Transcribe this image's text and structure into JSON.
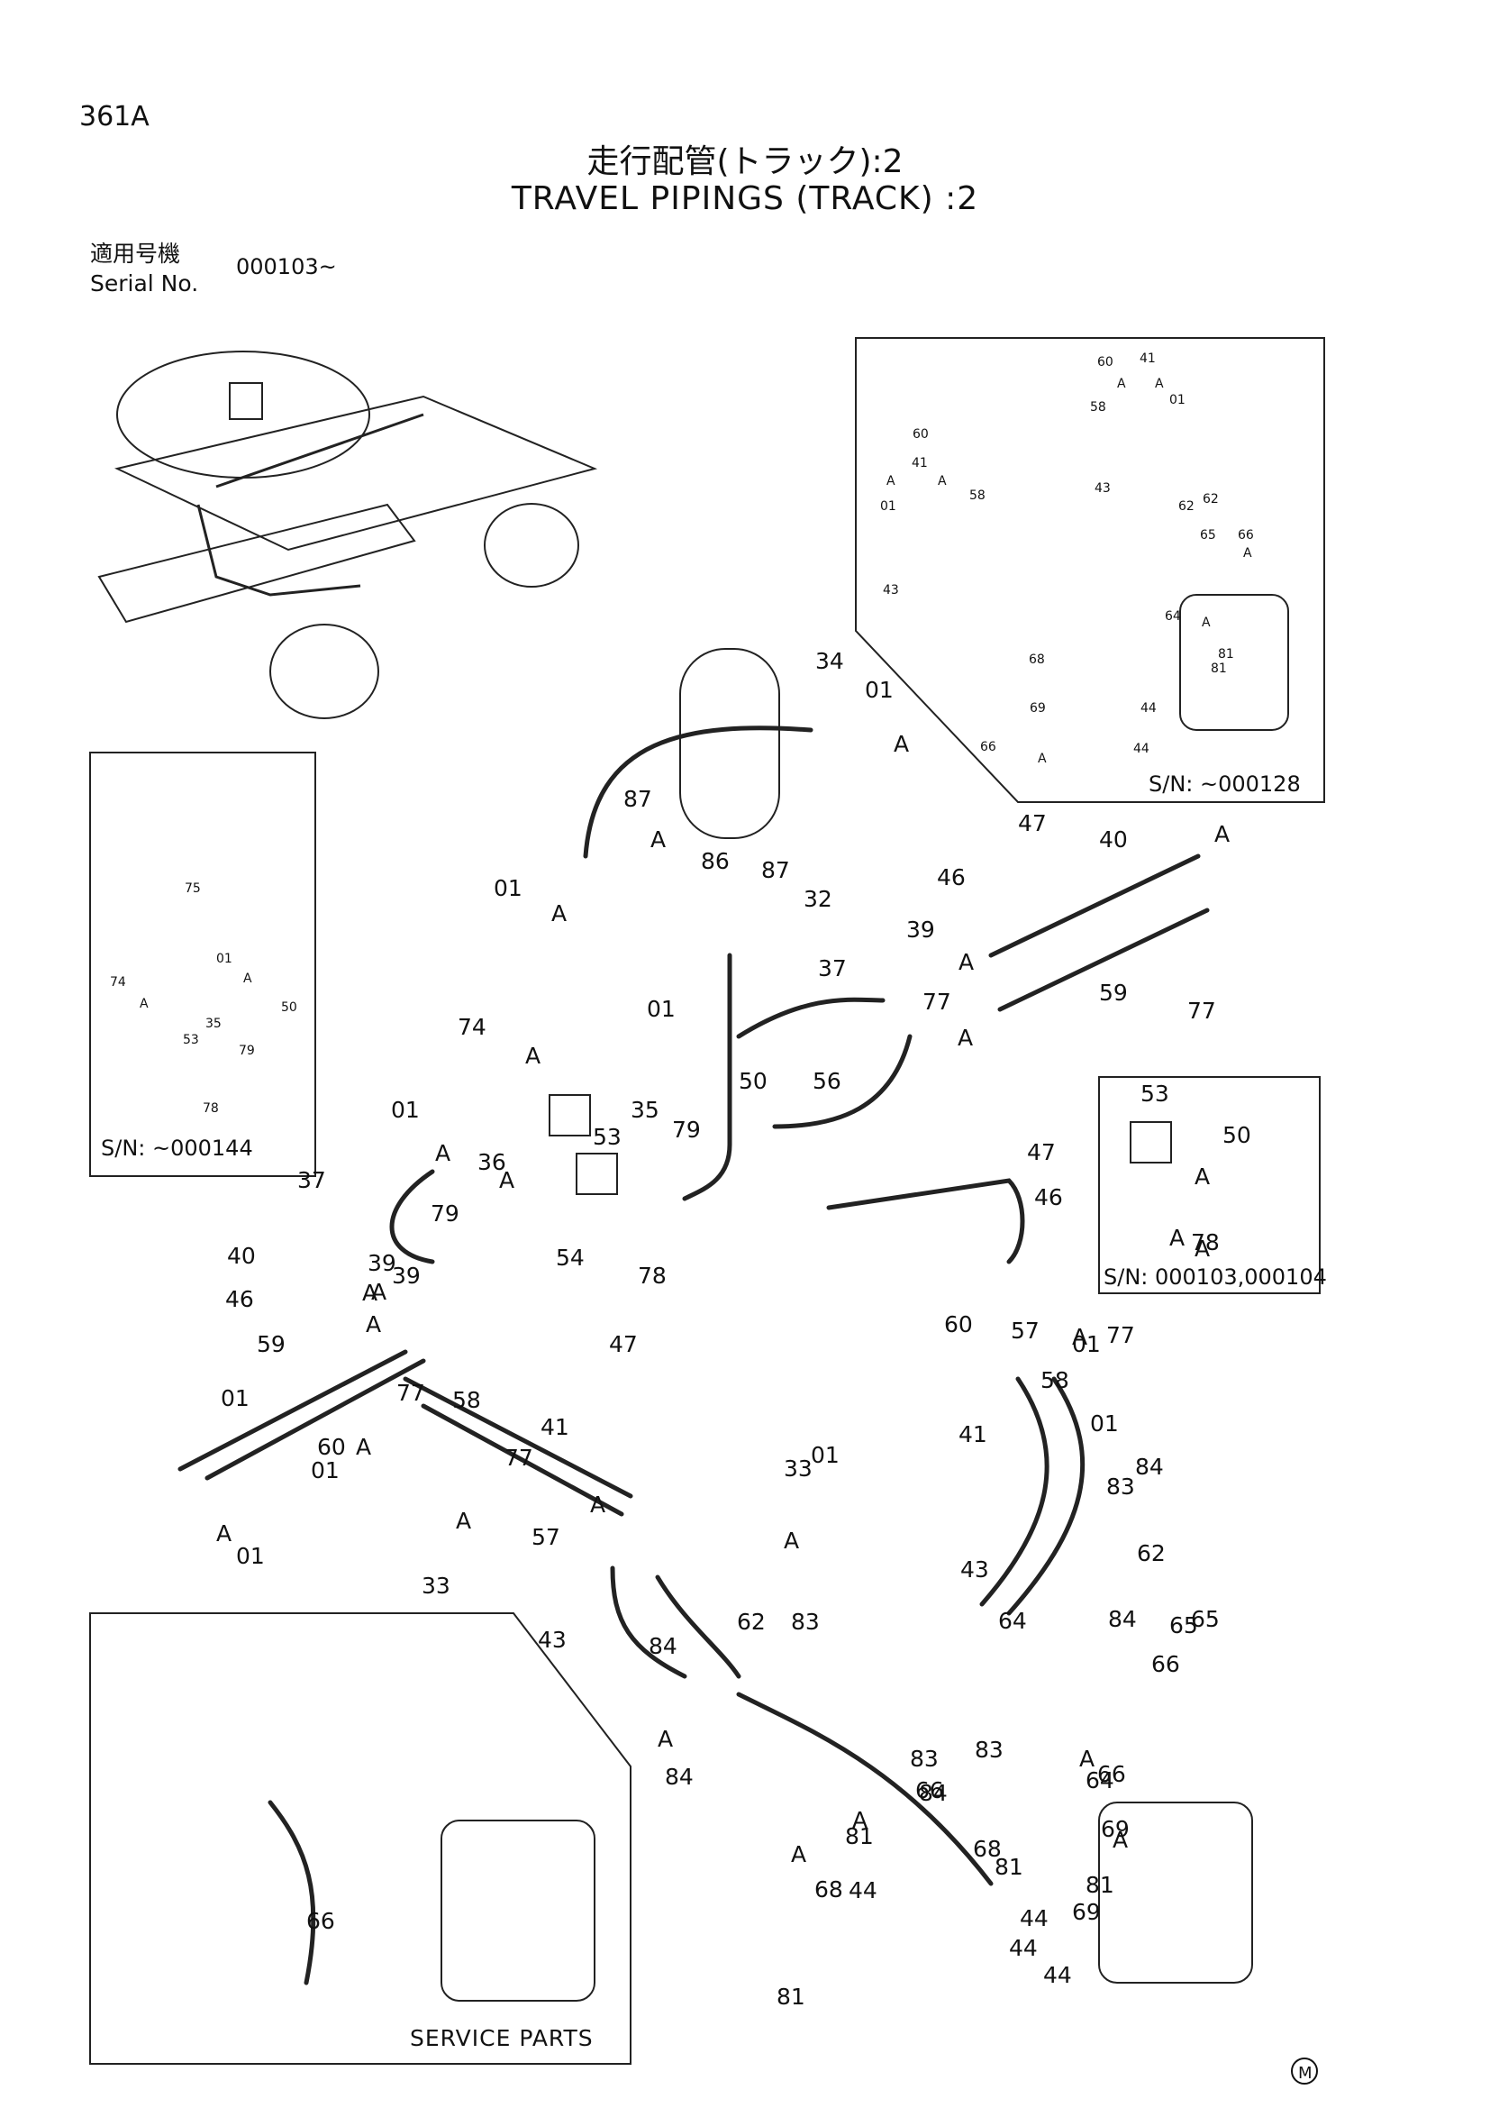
{
  "header": {
    "page_code": "361A",
    "title_jp": "走行配管(トラック):2",
    "title_en": "TRAVEL PIPINGS (TRACK) :2",
    "serial_label_jp": "適用号機",
    "serial_label_en": "Serial No.",
    "serial_value": "000103~"
  },
  "insets": {
    "top_right_sn": "S/N: ~000128",
    "left_sn": "S/N: ~000144",
    "right_sn": "S/N: 000103,000104",
    "service_parts": "SERVICE PARTS"
  },
  "mark": "M",
  "callouts": {
    "main": [
      "34",
      "01",
      "A",
      "87",
      "A",
      "86",
      "87",
      "32",
      "01",
      "A",
      "74",
      "A",
      "01",
      "A",
      "37",
      "39",
      "A",
      "77",
      "A",
      "01",
      "50",
      "56",
      "35",
      "53",
      "79",
      "36",
      "79",
      "A",
      "54",
      "78",
      "37",
      "47",
      "39",
      "A",
      "40",
      "46",
      "59",
      "A",
      "77",
      "47",
      "46",
      "A",
      "A",
      "01",
      "77",
      "60",
      "41",
      "57",
      "33",
      "01",
      "A",
      "A",
      "58",
      "01",
      "47",
      "40",
      "46",
      "59",
      "39",
      "A",
      "01",
      "A",
      "77",
      "60",
      "41",
      "A",
      "A",
      "58",
      "01",
      "A",
      "A",
      "77",
      "01",
      "57",
      "33",
      "84",
      "83",
      "43",
      "62",
      "84",
      "43",
      "62",
      "83",
      "84",
      "83",
      "84",
      "65",
      "66",
      "A",
      "64",
      "A",
      "81",
      "A",
      "68",
      "81",
      "69",
      "44",
      "A",
      "44",
      "66",
      "A",
      "65",
      "64",
      "66",
      "84",
      "83",
      "81",
      "68",
      "69",
      "81",
      "66",
      "44",
      "44",
      "53",
      "50",
      "A",
      "78"
    ],
    "inset_top_right": [
      "60",
      "41",
      "A",
      "A",
      "58",
      "01",
      "60",
      "41",
      "A",
      "A",
      "58",
      "01",
      "62",
      "43",
      "43",
      "62",
      "65",
      "66",
      "A",
      "64",
      "A",
      "68",
      "81",
      "81",
      "69",
      "44",
      "66",
      "A",
      "44"
    ],
    "inset_left": [
      "75",
      "74",
      "A",
      "01",
      "A",
      "35",
      "53",
      "79",
      "50",
      "78"
    ]
  }
}
